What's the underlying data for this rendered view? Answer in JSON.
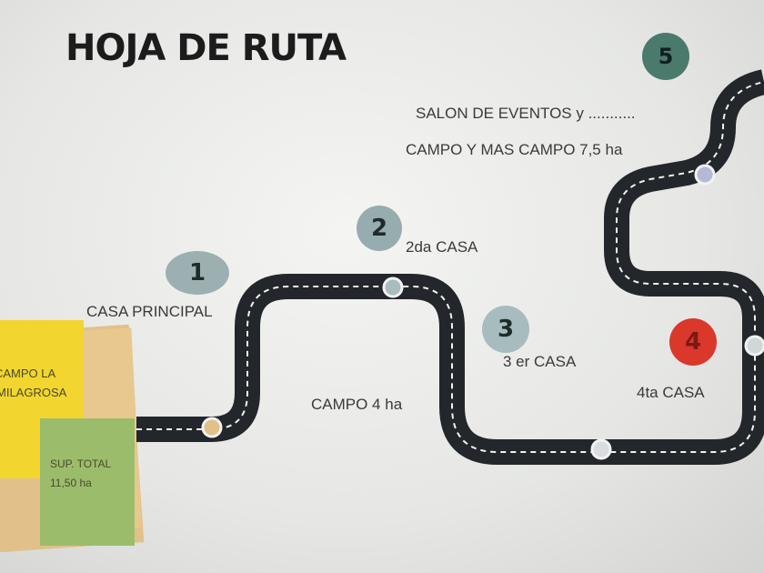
{
  "title": "HOJA DE RUTA",
  "stops": [
    {
      "number": "1",
      "label": "CASA PRINCIPAL"
    },
    {
      "number": "2",
      "label": "2da CASA"
    },
    {
      "number": "3",
      "label": "3 er  CASA"
    },
    {
      "number": "4",
      "label": "4ta CASA"
    },
    {
      "number": "5",
      "label_line1": "SALON DE EVENTOS y ...........",
      "label_line2": "CAMPO Y MAS CAMPO 7,5 ha"
    }
  ],
  "campo_label": "CAMPO 4 ha",
  "notes": {
    "yellow_line1": "CAMPO LA",
    "yellow_line2": "MILAGROSA",
    "green_line1": "SUP. TOTAL",
    "green_line2": "11,50 ha"
  },
  "colors": {
    "road": "#23262a",
    "badge_teal_light": "#97acae",
    "badge_teal_dark": "#4a7a6c",
    "badge_red": "#d9382a",
    "note_yellow": "#f4d630",
    "note_tan": "#e6c48a",
    "note_green": "#9cbd6c"
  }
}
